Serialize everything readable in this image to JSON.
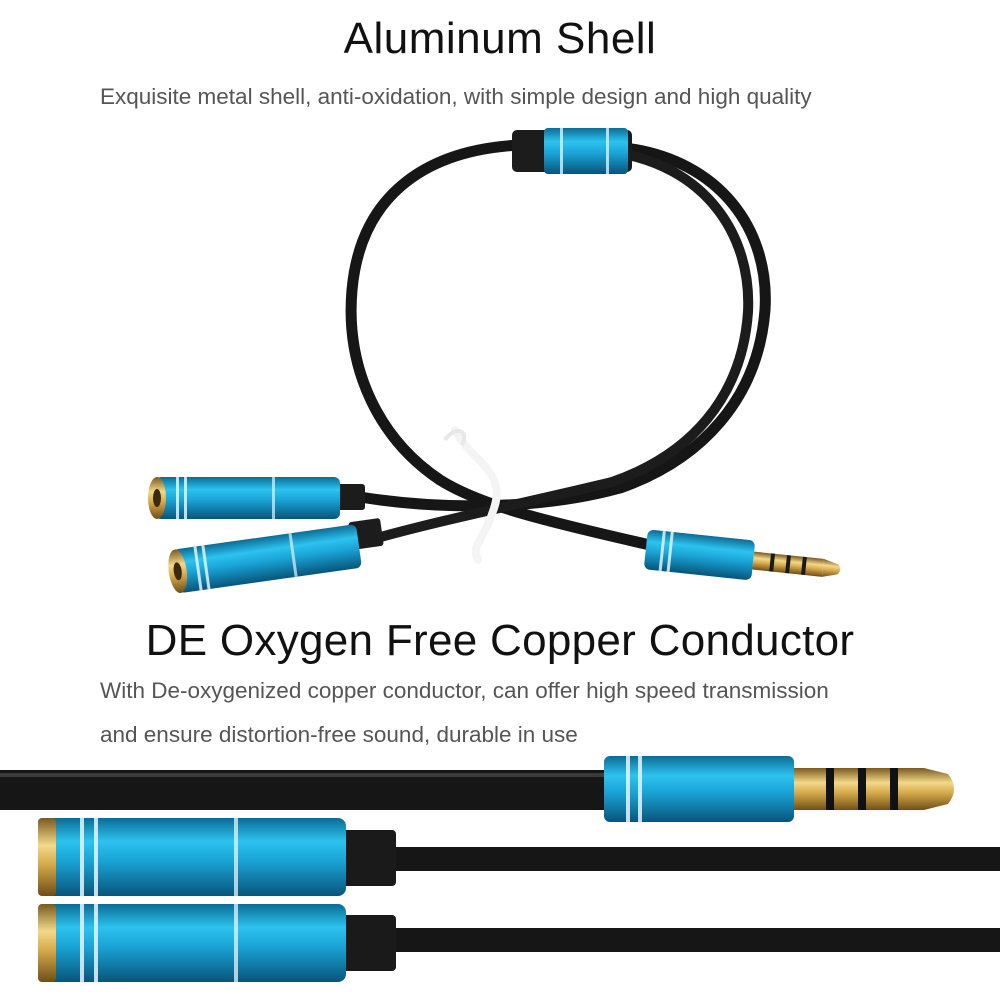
{
  "section1": {
    "title": "Aluminum Shell",
    "description": "Exquisite metal shell, anti-oxidation, with simple design and high quality"
  },
  "section2": {
    "title": "DE Oxygen Free Copper Conductor",
    "description_line1": "With De-oxygenized copper conductor, can offer high speed transmission",
    "description_line2": "and ensure distortion-free sound, durable in use"
  },
  "colors": {
    "shell_blue": "#1aa3d6",
    "cable_black": "#161616",
    "gold": "#d4a84a"
  },
  "icons": [
    "splitter-cable-image",
    "jack-closeup-image"
  ]
}
